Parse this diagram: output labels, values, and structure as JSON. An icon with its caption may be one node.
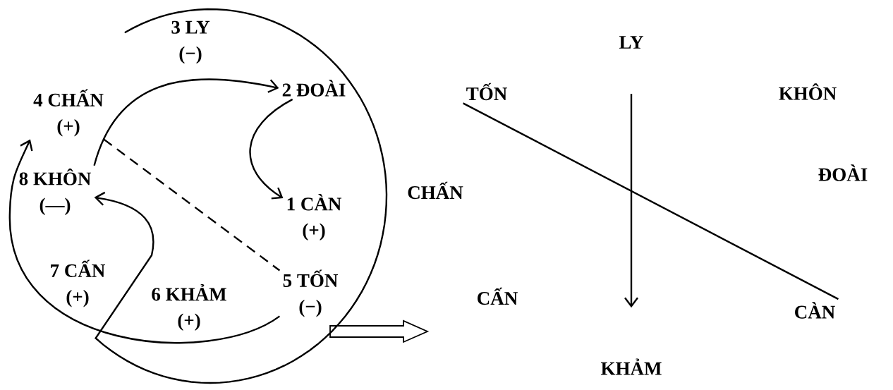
{
  "diagram": {
    "nodes": [
      {
        "text": [
          "3 LY",
          "(−)"
        ]
      },
      {
        "text": [
          "4 CHẤN",
          "(+)"
        ]
      },
      {
        "text": [
          "2 ĐOÀI"
        ]
      },
      {
        "text": [
          "8 KHÔN",
          "(—)"
        ]
      },
      {
        "text": [
          "1 CÀN",
          "(+)"
        ]
      },
      {
        "text": [
          "7 CẤN",
          "(+)"
        ]
      },
      {
        "text": [
          "6 KHẢM",
          "(+)"
        ]
      },
      {
        "text": [
          "5 TỐN",
          "(−)"
        ]
      },
      {
        "text": [
          "LY"
        ]
      },
      {
        "text": [
          "TỐN"
        ]
      },
      {
        "text": [
          "CÀN"
        ]
      },
      {
        "text": [
          "KHẢM"
        ]
      }
    ],
    "edges": [
      {
        "from": 2,
        "to": 4,
        "arrow": "to"
      },
      {
        "from": 3,
        "to": 2,
        "arrow": "to"
      },
      {
        "from": 7,
        "to": 1,
        "arrow": "to"
      },
      {
        "from": null,
        "to": 3,
        "arrow": "to"
      },
      {
        "from": 1,
        "to": 7,
        "arrow": "none",
        "style": "dashed"
      },
      {
        "from": 9,
        "to": 10,
        "arrow": "none"
      },
      {
        "from": 8,
        "to": 11,
        "arrow": "to"
      }
    ],
    "labels": [
      "KHÔN",
      "ĐOÀI",
      "CHẤN",
      "CẤN"
    ]
  }
}
